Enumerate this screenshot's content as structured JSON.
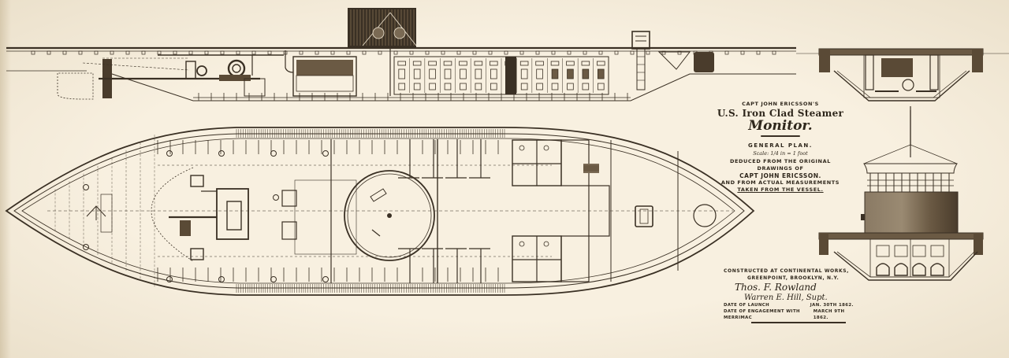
{
  "document": {
    "type": "naval architectural general plan",
    "colors": {
      "paper": "#f8f0e0",
      "ink": "#3a3024",
      "shade": "#6b5a44"
    }
  },
  "title_block": {
    "owner_line": "Capt John Ericsson's",
    "vessel_line_1": "U.S. Iron Clad Steamer",
    "vessel_name": "Monitor.",
    "plan_label": "General Plan.",
    "scale_note": "Scale: 1/4 in = 1 foot",
    "deduced_line_1": "Deduced from the original drawings of",
    "deduced_line_2": "Capt John Ericsson.",
    "deduced_line_3": "And from actual measurements",
    "deduced_line_4": "Taken from the vessel."
  },
  "constructed_block": {
    "line_1": "Constructed at Continental Works,",
    "line_2": "Greenpoint, Brooklyn, N.Y.",
    "signature_1": "Thos. F. Rowland",
    "signature_2": "Warren E. Hill, Supt."
  },
  "dates": [
    {
      "label": "Date of Launch",
      "value": "Jan. 30th 1862."
    },
    {
      "label": "Date of Engagement with Merrimac",
      "value": "March 9th 1862."
    }
  ],
  "drawings": {
    "side_elevation": {
      "label": "longitudinal section",
      "cabin_bays": 14,
      "frame_ticks": 48
    },
    "deck_plan": {
      "label": "plan view",
      "rail_ticks": 120,
      "portholes_each_side": 4,
      "cabin_rows": 2
    },
    "cross_section_engine": {
      "label": "transverse section through engine room"
    },
    "cross_section_turret": {
      "label": "transverse section through turret",
      "turret_guns": 2
    }
  }
}
